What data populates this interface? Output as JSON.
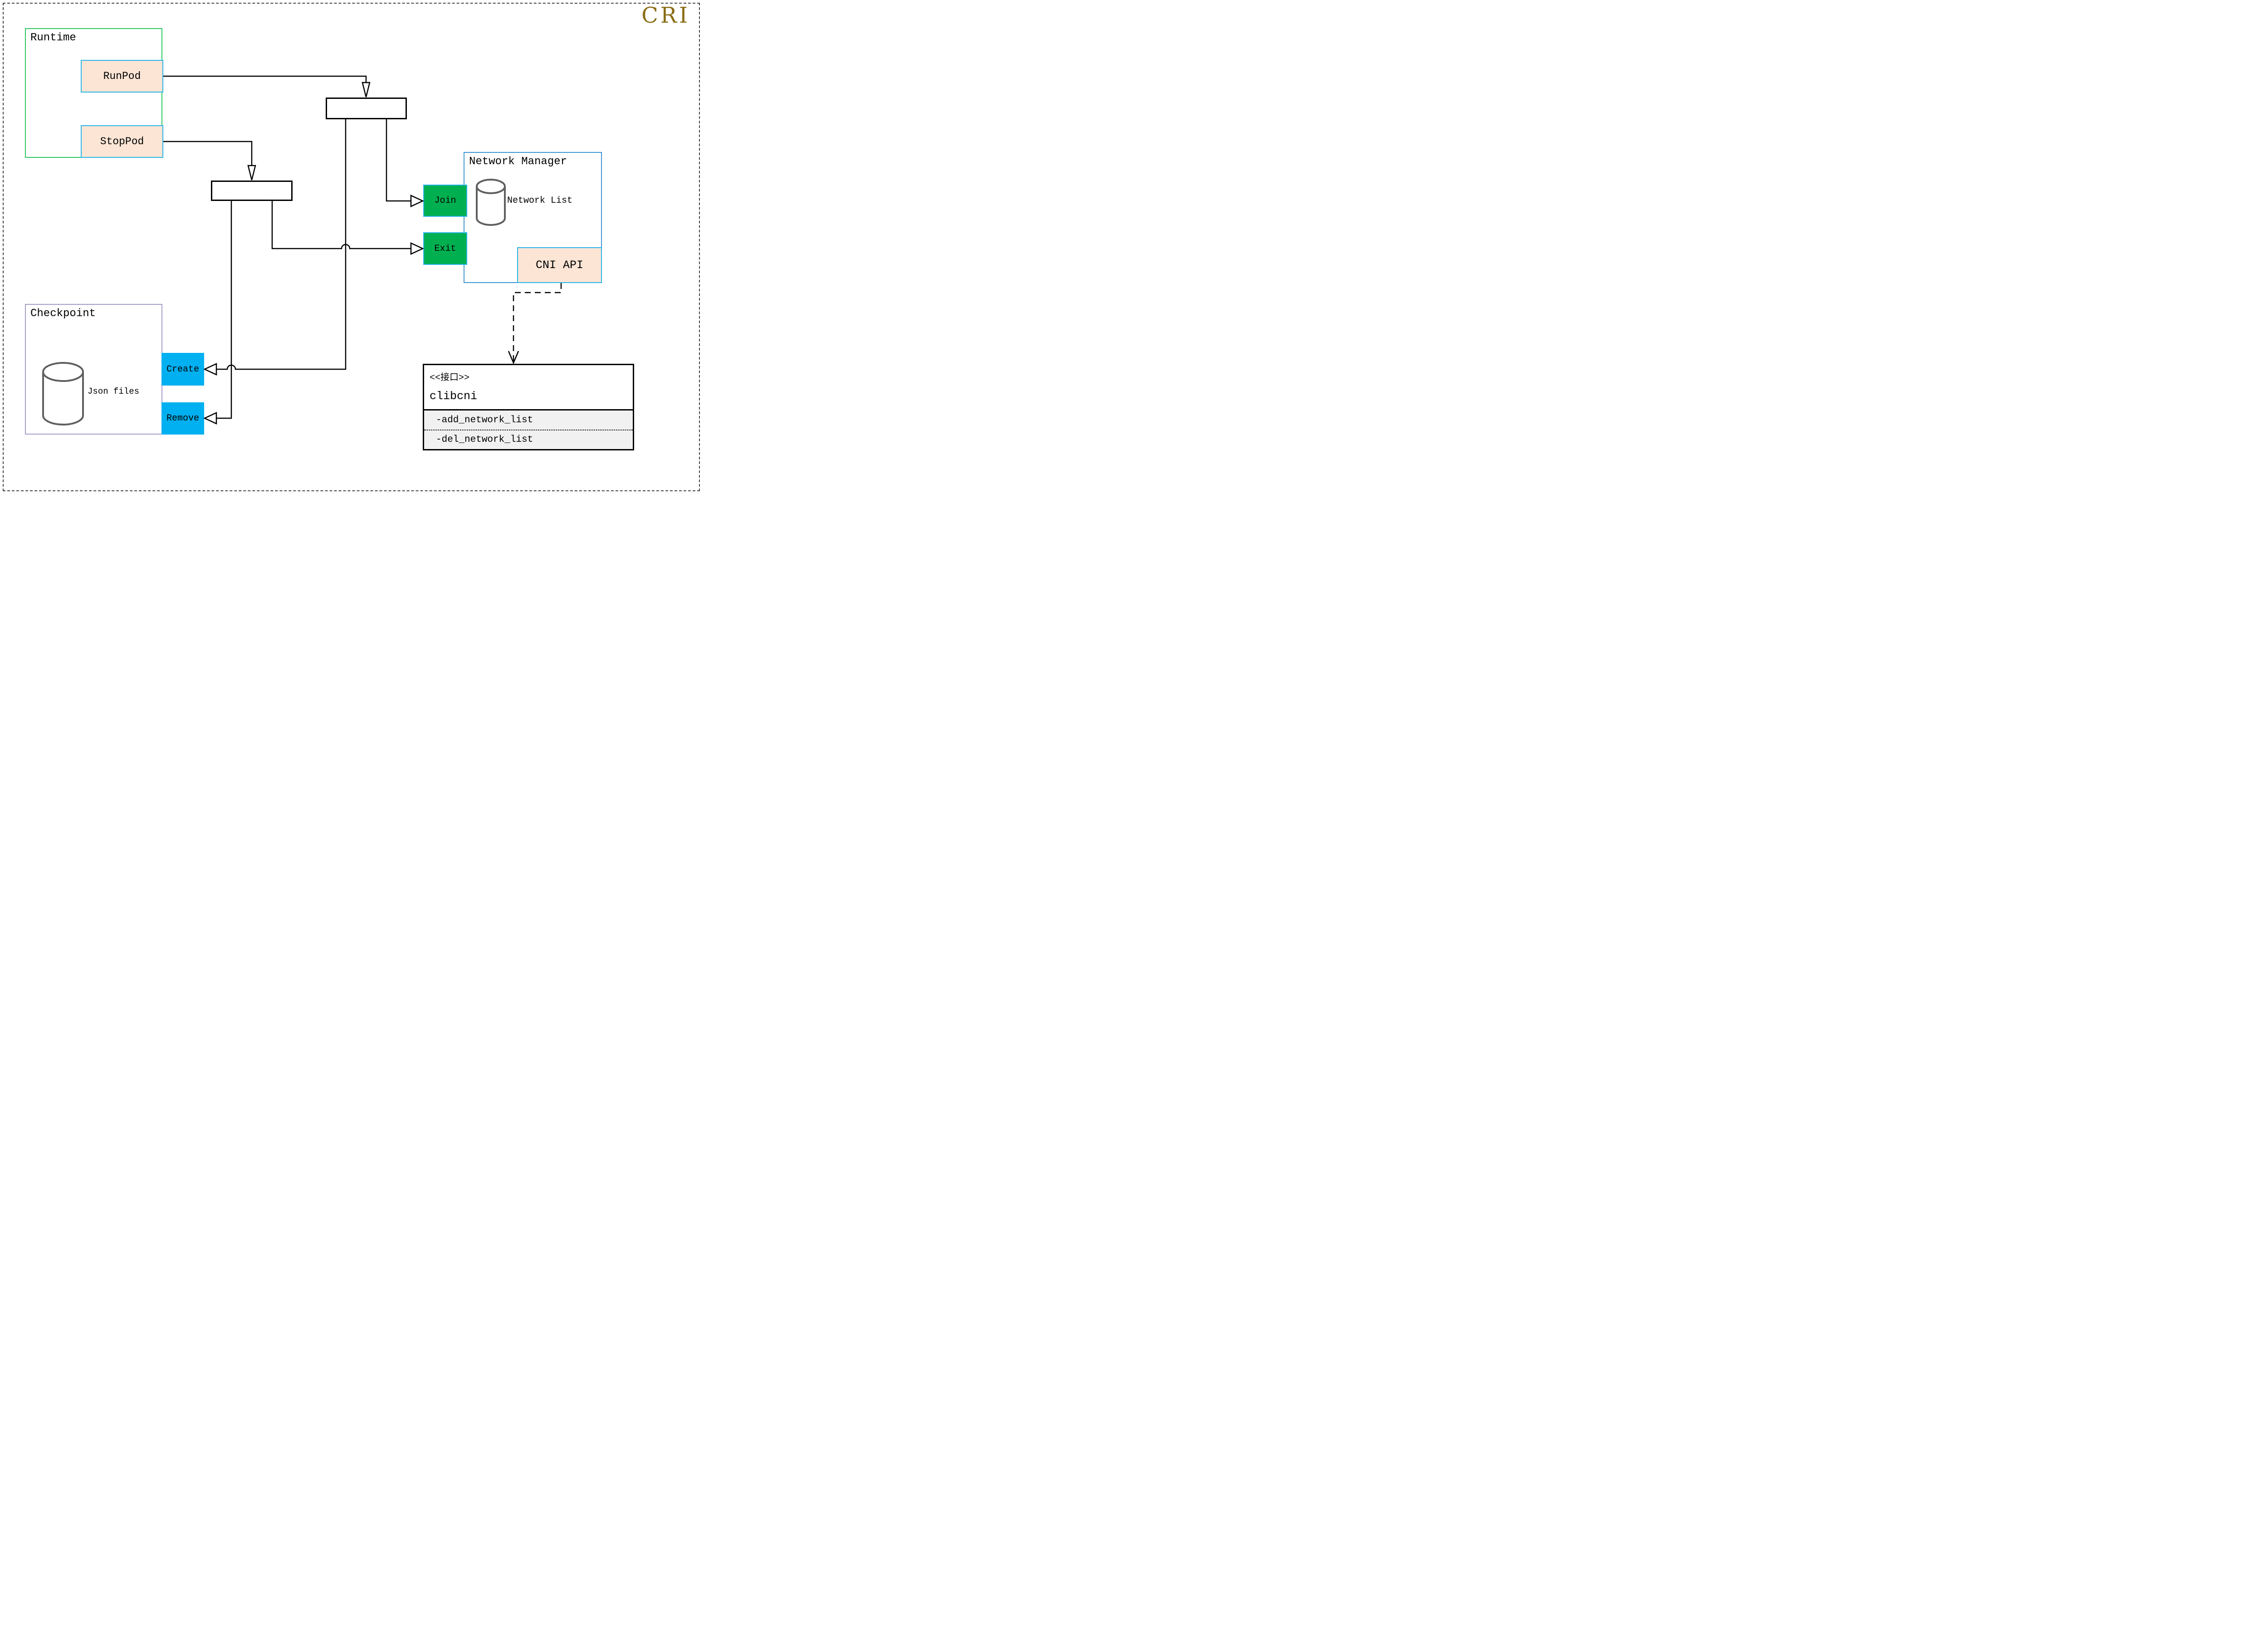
{
  "title": {
    "label": "CRI"
  },
  "colors": {
    "cri_text": "#8a6d15",
    "runtime_border": "#2ec85e",
    "button_border_cyan": "#29b5e8",
    "button_fill_peach": "#fce5d5",
    "network_manager_border": "#3f97d4",
    "action_fill_green": "#00b050",
    "action_fill_blue": "#00b0f0",
    "checkpoint_border": "#a79cc8",
    "cylinder_stroke": "#5f5f5f",
    "methods_section_bg": "#f1f1f1",
    "wire_color": "#000000"
  },
  "runtime": {
    "title": "Runtime",
    "buttons": [
      {
        "label": "RunPod"
      },
      {
        "label": "StopPod"
      }
    ]
  },
  "checkpoint": {
    "title": "Checkpoint",
    "database_label": "Json files",
    "buttons": [
      {
        "label": "Create"
      },
      {
        "label": "Remove"
      }
    ]
  },
  "network_manager": {
    "title": "Network Manager",
    "database_label": "Network List",
    "actions": [
      {
        "label": "Join"
      },
      {
        "label": "Exit"
      }
    ],
    "api_button": "CNI API"
  },
  "clibcni": {
    "stereotype": "<<接口>>",
    "name": "clibcni",
    "methods": [
      "-add_network_list",
      "-del_network_list"
    ]
  }
}
